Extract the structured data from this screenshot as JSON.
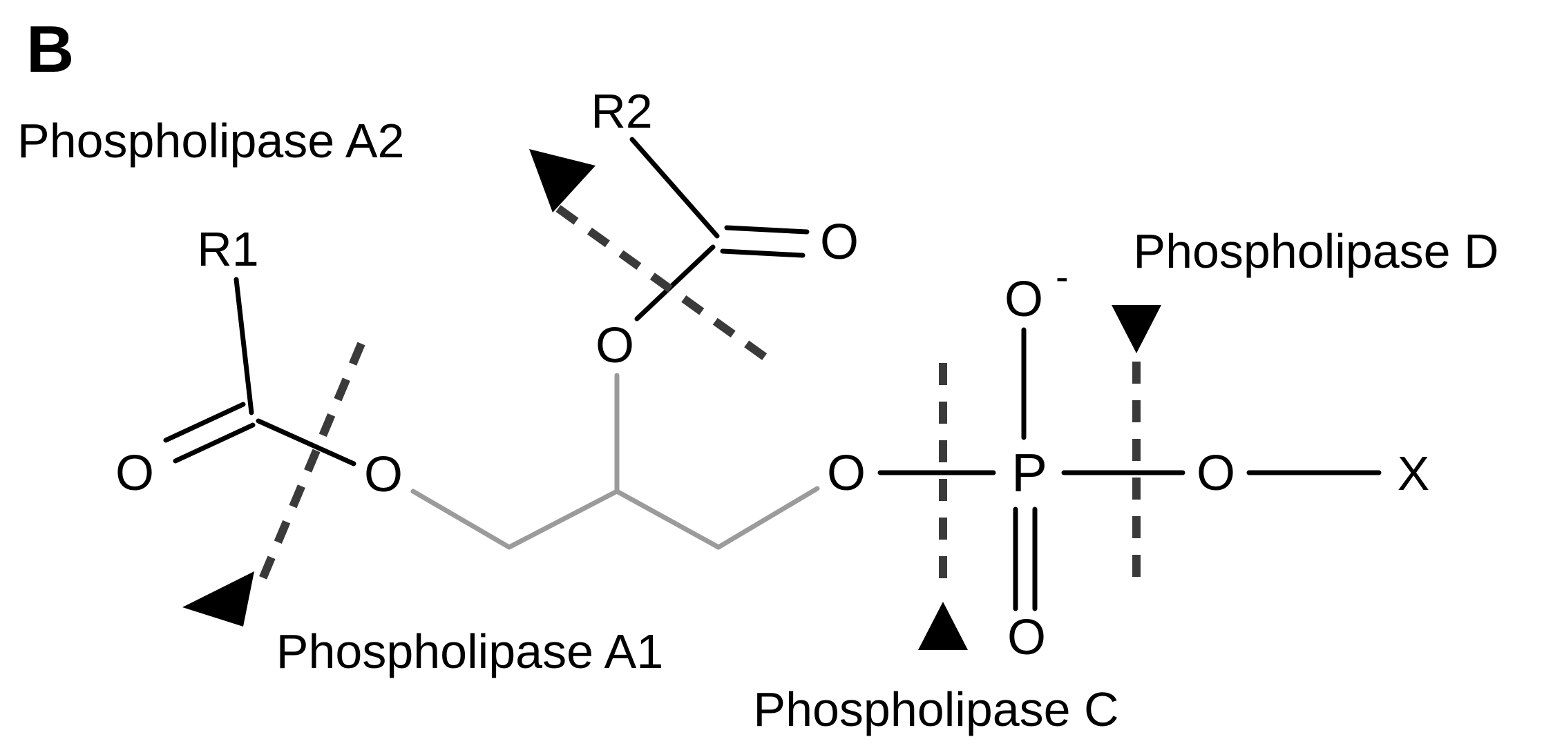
{
  "figure": {
    "panel_label": "B",
    "enzymes": {
      "a2": "Phospholipase A2",
      "a1": "Phospholipase A1",
      "c": "Phospholipase C",
      "d": "Phospholipase D"
    },
    "groups": {
      "r1": "R1",
      "r2": "R2",
      "x": "X"
    },
    "atoms": {
      "r2_carbonyl_o": "O",
      "r2_ester_o": "O",
      "r1_carbonyl_o": "O",
      "r1_ester_o": "O",
      "glycerol_phosphate_o": "O",
      "phosphorus": "P",
      "phosphate_o_base": "O",
      "phosphate_o_charge": "-",
      "phosphate_double_o": "O",
      "phosphate_x_o": "O"
    },
    "colors": {
      "bond_black": "#000000",
      "backbone_gray": "#9b9b9b",
      "cleavage_dash": "#3a3a3a"
    }
  }
}
